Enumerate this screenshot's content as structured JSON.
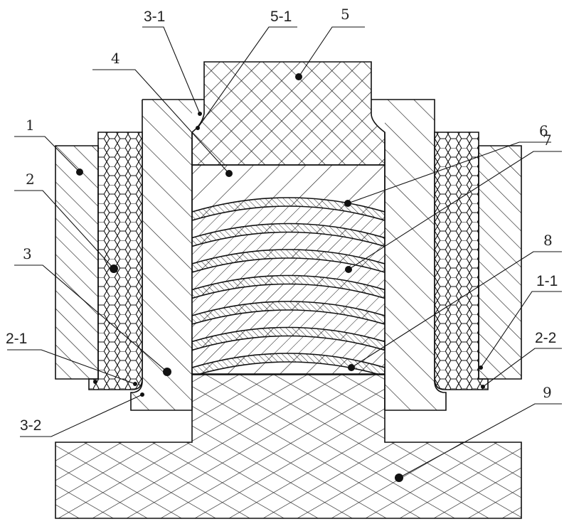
{
  "figure": {
    "type": "patent cross-section drawing",
    "parts": [
      {
        "id": "1",
        "label": "1",
        "description": "outer sleeve (left & right, diagonal hatch)"
      },
      {
        "id": "2",
        "label": "2",
        "description": "honeycomb-filled layer"
      },
      {
        "id": "3",
        "label": "3",
        "description": "inner stepped sleeve (diagonal hatch)"
      },
      {
        "id": "4",
        "label": "4",
        "description": "upper spacer block"
      },
      {
        "id": "5",
        "label": "5",
        "description": "top punch (cross-hatch)"
      },
      {
        "id": "6",
        "label": "6",
        "description": "curved laminate layer"
      },
      {
        "id": "7",
        "label": "7",
        "description": "curved laminate layer"
      },
      {
        "id": "8",
        "label": "8",
        "description": "lower spacer block"
      },
      {
        "id": "9",
        "label": "9",
        "description": "base (cross-hatch)"
      }
    ],
    "detail_labels": [
      "3-1",
      "5-1",
      "2-1",
      "3-2",
      "1-1",
      "2-2"
    ],
    "layer_count": 7
  },
  "labels": {
    "l1": "1",
    "l2": "2",
    "l3": "3",
    "l4": "4",
    "l5": "5",
    "l6": "6",
    "l7": "7",
    "l8": "8",
    "l9": "9",
    "l3_1": "3-1",
    "l5_1": "5-1",
    "l2_1": "2-1",
    "l3_2": "3-2",
    "l1_1": "1-1",
    "l2_2": "2-2"
  }
}
